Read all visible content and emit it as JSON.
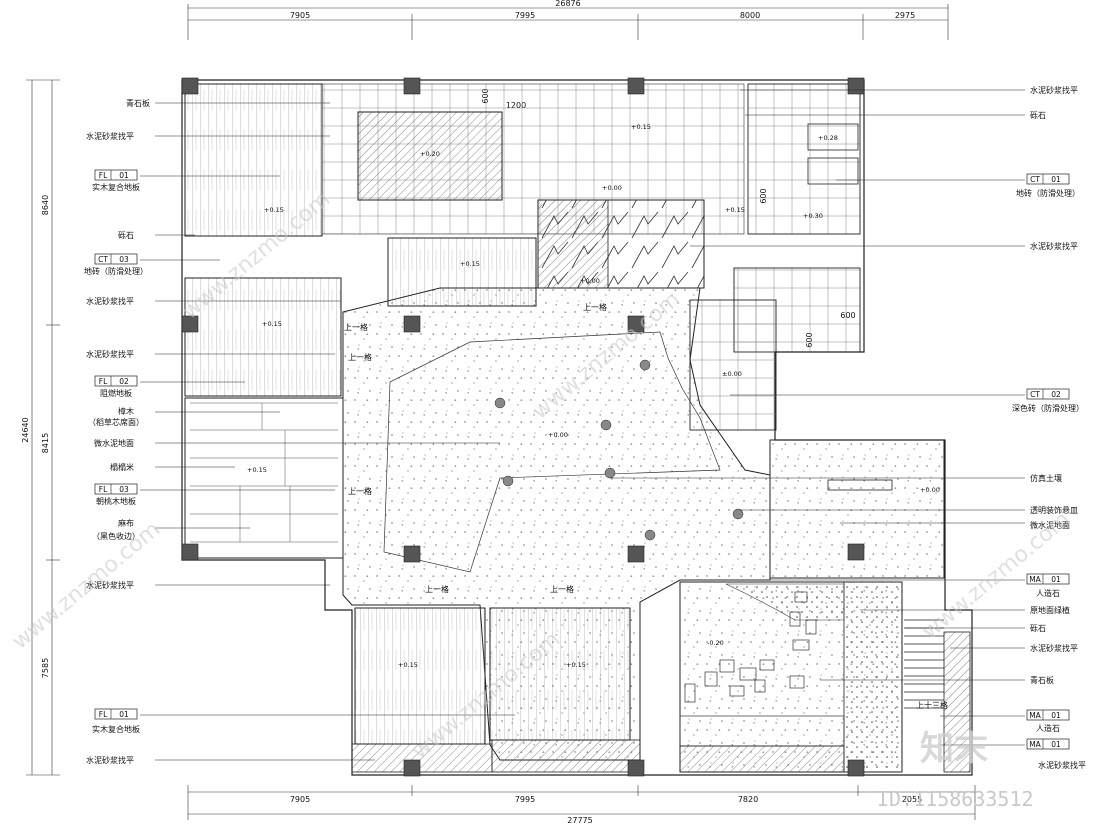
{
  "dimensions": {
    "top_total": "26876",
    "top_segments": [
      "7905",
      "7995",
      "8000",
      "2975"
    ],
    "bottom_total": "27775",
    "bottom_segments": [
      "7905",
      "7995",
      "7820",
      "2055"
    ],
    "left_total": "24640",
    "left_segments": [
      "8640",
      "8415",
      "7585"
    ],
    "inner": [
      "600",
      "1200",
      "600",
      "600",
      "600"
    ]
  },
  "left_labels": [
    {
      "text": "青石板"
    },
    {
      "text": "水泥砂浆找平"
    },
    {
      "tag": "FL",
      "num": "01",
      "text": "实木复合地板"
    },
    {
      "text": "砾石"
    },
    {
      "tag": "CT",
      "num": "03",
      "text": "地砖（防滑处理）"
    },
    {
      "text": "水泥砂浆找平"
    },
    {
      "text": "水泥砂浆找平"
    },
    {
      "tag": "FL",
      "num": "02",
      "text": "阻燃地板"
    },
    {
      "text": "樟木",
      "text2": "（稻草芯席面）"
    },
    {
      "text": "微水泥地面"
    },
    {
      "text": "榻榻米"
    },
    {
      "tag": "FL",
      "num": "03",
      "text": "朝桃木地板"
    },
    {
      "text": "麻布",
      "text2": "（黑色收边）"
    },
    {
      "text": "水泥砂浆找平"
    },
    {
      "tag": "FL",
      "num": "01",
      "text": "实木复合地板"
    },
    {
      "text": "水泥砂浆找平"
    }
  ],
  "right_labels": [
    {
      "text": "水泥砂浆找平"
    },
    {
      "text": "砾石"
    },
    {
      "tag": "CT",
      "num": "01",
      "text": "地砖（防滑处理）"
    },
    {
      "text": "水泥砂浆找平"
    },
    {
      "tag": "CT",
      "num": "02",
      "text": "深色砖（防滑处理）"
    },
    {
      "text": "仿真土壤"
    },
    {
      "text": "透明装饰悬皿"
    },
    {
      "text": "微水泥地面"
    },
    {
      "tag": "MA",
      "num": "01",
      "text": "人造石"
    },
    {
      "text": "原地面绿植"
    },
    {
      "text": "砾石"
    },
    {
      "text": "水泥砂浆找平"
    },
    {
      "text": "青石板"
    },
    {
      "tag": "MA",
      "num": "01",
      "text": "人造石"
    },
    {
      "tag": "MA",
      "num": "01",
      "text": "水泥砂浆找平"
    }
  ],
  "levels": [
    "+0.15",
    "+0.20",
    "+0.15",
    "+0.00",
    "+0.15",
    "+0.28",
    "+0.30",
    "+0.15",
    "+0.00",
    "+0.15",
    "+0.00",
    "±0.00",
    "+0.15",
    "+0.00",
    "+0.15",
    "+0.15",
    "-0.20"
  ],
  "step_notes": [
    "上一格",
    "上一格",
    "上一格",
    "上一格",
    "上一格",
    "上一格",
    "上十三格"
  ],
  "watermark": {
    "brand": "知末",
    "id": "ID:1158633512",
    "repeated": "www.znzmo.com"
  },
  "colors": {
    "line": "#222222",
    "watermark": "#c8c8c8"
  }
}
